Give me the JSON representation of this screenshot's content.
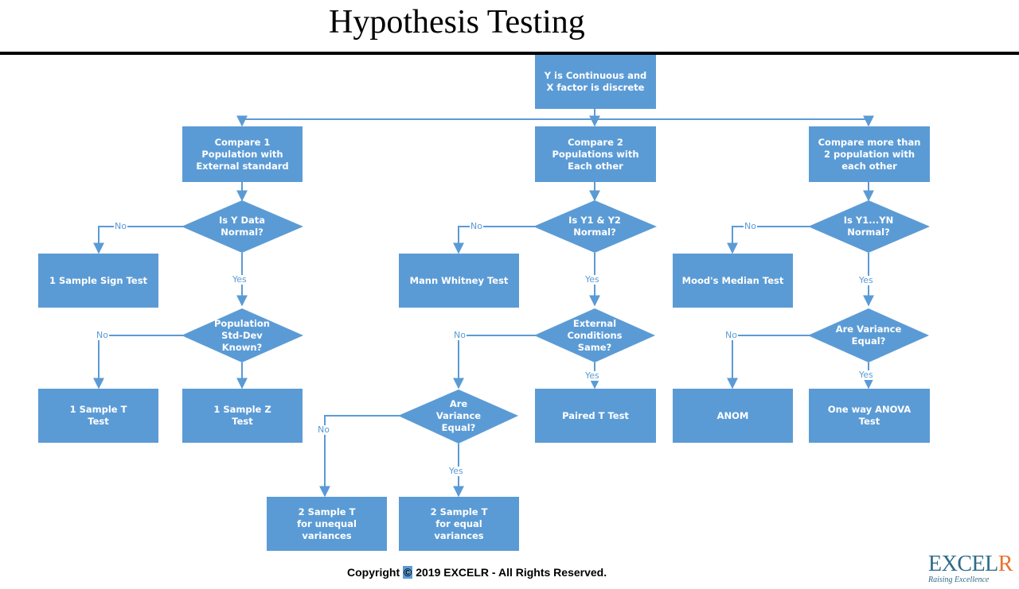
{
  "title": "Hypothesis Testing",
  "footer": {
    "prefix": "Copyright ",
    "symbol": "©",
    "suffix": " 2019 EXCELR - All Rights Reserved."
  },
  "logo": {
    "main": "EXCEL",
    "accent": "R",
    "tagline": "Raising Excellence"
  },
  "colors": {
    "node": "#5b9bd5",
    "connector": "#5b9bd5",
    "title_rule": "#000000"
  },
  "flowchart": {
    "root": "Y is Continuous and\nX factor is discrete",
    "branch1": {
      "category": "Compare 1\nPopulation with\nExternal standard",
      "decision": "Is Y Data\nNormal?",
      "no_result": "1 Sample Sign Test",
      "decision2": "Population\nStd-Dev\nKnown?",
      "no_result2": "1 Sample T\nTest",
      "yes_result2": "1 Sample Z\nTest"
    },
    "branch2": {
      "category": "Compare 2\nPopulations with\nEach other",
      "decision": "Is Y1 & Y2\nNormal?",
      "no_result": "Mann Whitney Test",
      "decision2": "External\nConditions\nSame?",
      "yes_result2": "Paired T Test",
      "decision3": "Are\nVariance\nEqual?",
      "no_result3": "2 Sample T\nfor unequal\nvariances",
      "yes_result3": "2 Sample T\nfor equal\nvariances"
    },
    "branch3": {
      "category": "Compare more than\n2 population with\neach other",
      "decision": "Is Y1...YN\nNormal?",
      "no_result": "Mood's Median Test",
      "decision2": "Are Variance\nEqual?",
      "no_result2": "ANOM",
      "yes_result2": "One way ANOVA\nTest"
    },
    "labels": {
      "yes": "Yes",
      "no": "No"
    }
  }
}
